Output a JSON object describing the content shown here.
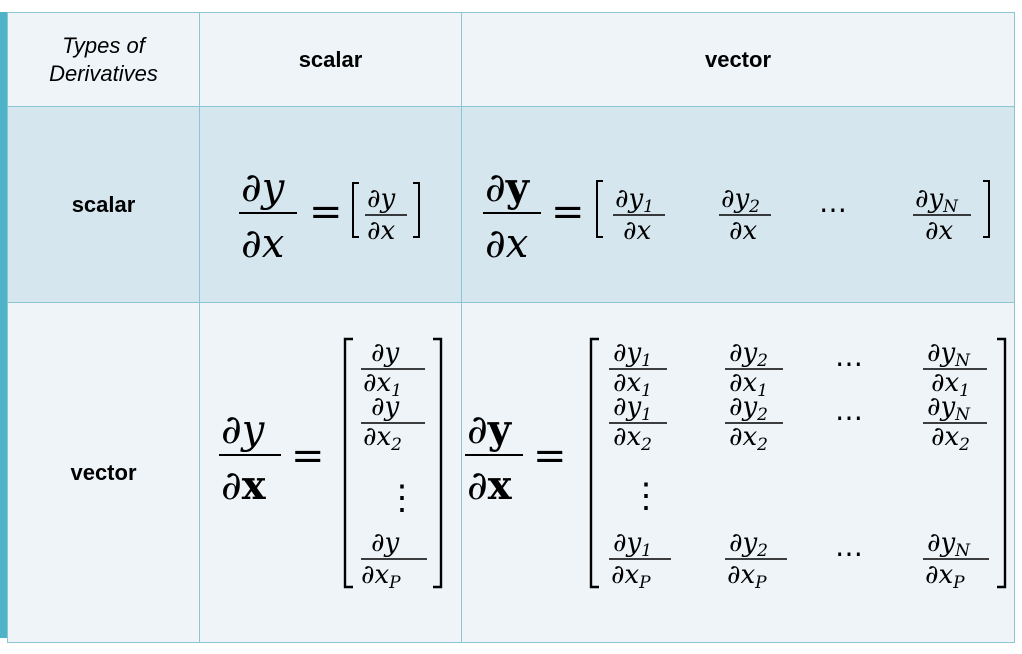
{
  "header": {
    "corner_line1": "Types of",
    "corner_line2": "Derivatives",
    "col_scalar": "scalar",
    "col_vector": "vector"
  },
  "rows": {
    "scalar": "scalar",
    "vector": "vector"
  },
  "math": {
    "partial": "∂",
    "y": "y",
    "y_bold": "y",
    "x": "x",
    "x_bold": "x",
    "equals": "=",
    "dots": "⋯",
    "vdots": "⋮",
    "sub1": "1",
    "sub2": "2",
    "subN": "N",
    "subP": "P"
  },
  "colors": {
    "accent": "#4fb3c8",
    "border": "#8cc6d4",
    "row_highlight": "#d6e6ee",
    "row_plain": "#eef4f8"
  }
}
